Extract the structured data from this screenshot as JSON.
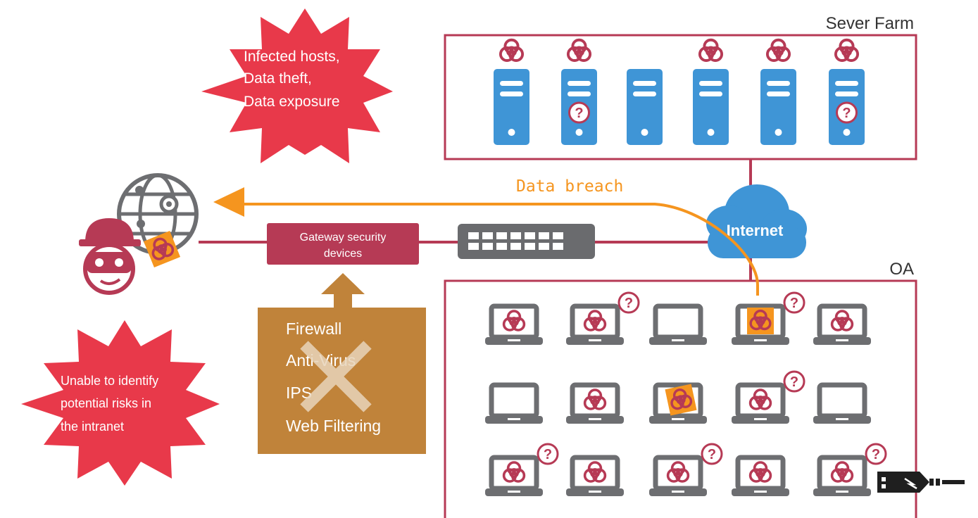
{
  "labels": {
    "server_farm": "Sever Farm",
    "oa": "OA",
    "internet": "Internet",
    "data_breach": "Data breach",
    "gateway_line1": "Gateway security",
    "gateway_line2": "devices"
  },
  "burst_top": [
    "Infected hosts,",
    "Data theft,",
    "Data exposure"
  ],
  "burst_bottom": [
    "Unable to identify",
    "potential risks in",
    "the intranet"
  ],
  "security_list": [
    "Firewall",
    "Anti-Virus",
    "IPS",
    "Web Filtering"
  ],
  "colors": {
    "crimson": "#b63a55",
    "burst_red": "#e8394a",
    "server_blue": "#3f95d6",
    "laptop_gray": "#6d6e71",
    "orange": "#f5951f",
    "brown": "#c0833a",
    "switch_gray": "#6a6b6e"
  },
  "servers": [
    {
      "infected": true,
      "question": false
    },
    {
      "infected": true,
      "question": true
    },
    {
      "infected": false,
      "question": false
    },
    {
      "infected": true,
      "question": false
    },
    {
      "infected": true,
      "question": false
    },
    {
      "infected": true,
      "question": true
    }
  ],
  "laptops": [
    [
      {
        "infected": true,
        "question": false,
        "sticker": false
      },
      {
        "infected": true,
        "question": true,
        "sticker": false
      },
      {
        "infected": false,
        "question": false,
        "sticker": false
      },
      {
        "infected": true,
        "question": true,
        "sticker": true
      },
      {
        "infected": true,
        "question": false,
        "sticker": false
      }
    ],
    [
      {
        "infected": false,
        "question": false,
        "sticker": false
      },
      {
        "infected": true,
        "question": false,
        "sticker": false
      },
      {
        "infected": true,
        "question": false,
        "sticker": true
      },
      {
        "infected": true,
        "question": true,
        "sticker": false
      },
      {
        "infected": false,
        "question": false,
        "sticker": false
      }
    ],
    [
      {
        "infected": true,
        "question": true,
        "sticker": false
      },
      {
        "infected": true,
        "question": false,
        "sticker": false
      },
      {
        "infected": true,
        "question": true,
        "sticker": false
      },
      {
        "infected": true,
        "question": false,
        "sticker": false
      },
      {
        "infected": true,
        "question": true,
        "sticker": false
      }
    ]
  ],
  "icons": {
    "question_mark": "?",
    "biohazard": "biohazard-icon",
    "usb": "usb-drive-icon",
    "hacker": "hacker-icon",
    "globe": "globe-network-icon"
  }
}
